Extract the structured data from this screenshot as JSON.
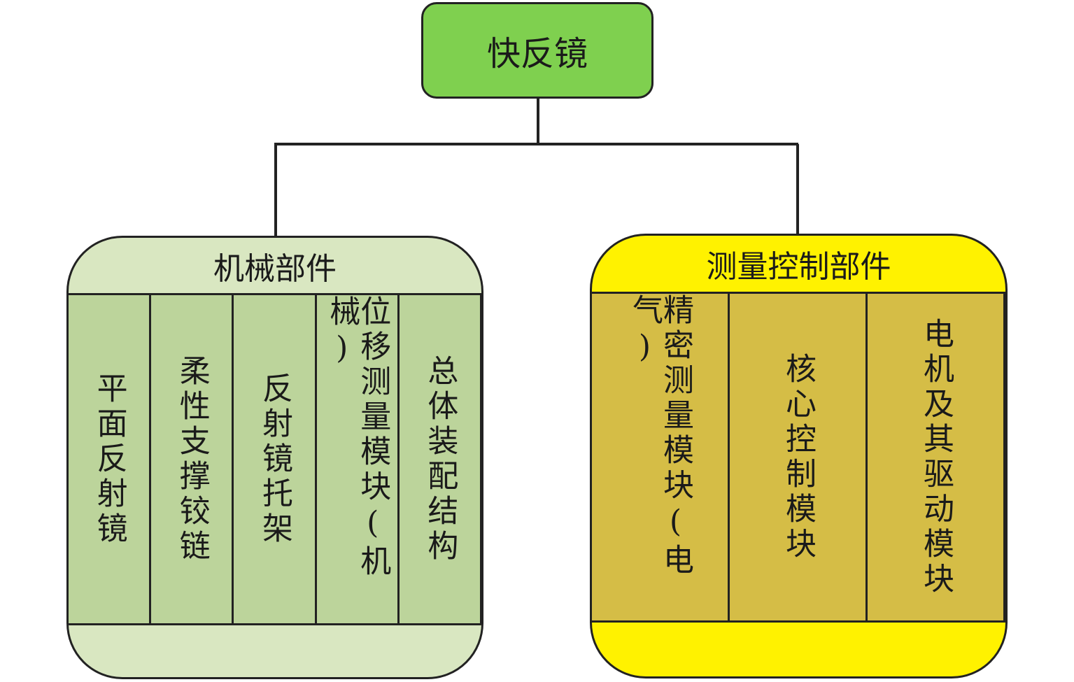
{
  "root": {
    "label": "快反镜"
  },
  "groups": [
    {
      "title": "机械部件",
      "items": [
        "平面反射镜",
        "柔性支撑铰链",
        "反射镜托架",
        "位移测量模块(机械)",
        "总体装配结构"
      ]
    },
    {
      "title": "测量控制部件",
      "items": [
        "精密测量模块(电气)",
        "核心控制模块",
        "电机及其驱动模块"
      ]
    }
  ],
  "colors": {
    "root_fill": "#7fd04f",
    "mech_group_fill": "#d9e7c1",
    "mech_column_fill": "#bcd49b",
    "meas_group_fill": "#fff200",
    "meas_column_fill": "#d5bd46",
    "line": "#222222"
  }
}
